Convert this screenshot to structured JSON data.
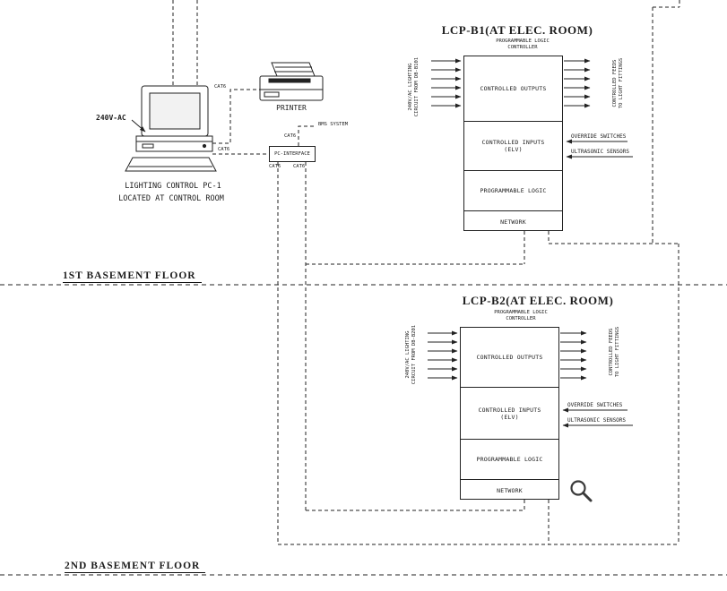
{
  "colors": {
    "ink": "#1c1c1c",
    "line": "#222222",
    "background": "#ffffff"
  },
  "floors": {
    "first": "1ST BASEMENT FLOOR",
    "second": "2ND BASEMENT FLOOR"
  },
  "workstation": {
    "power": "240V-AC",
    "caption1": "LIGHTING CONTROL PC-1",
    "caption2": "LOCATED AT CONTROL ROOM",
    "printer": "PRINTER",
    "cat6_printer": "CAT6",
    "cat6_pc": "CAT6"
  },
  "pc_interface": {
    "label": "PC-INTERFACE",
    "bms": "BMS SYSTEM",
    "cat6_top": "CAT6",
    "cat6_out1": "CAT6",
    "cat6_out2": "CAT6"
  },
  "lcp_b1": {
    "title": "LCP-B1(AT ELEC. ROOM)",
    "plc1": "PROGRAMMABLE LOGIC",
    "plc2": "CONTROLLER",
    "outputs": "CONTROLLED OUTPUTS",
    "inputs1": "CONTROLLED INPUTS",
    "inputs2": "(ELV)",
    "logic": "PROGRAMMABLE LOGIC",
    "network": "NETWORK",
    "in1": "240V/AC LIGHTING",
    "in2": "CIRCUIT FROM DB-B101",
    "out1": "CONTROLLED FEEDS",
    "out2": "TO LIGHT FITTINGS",
    "override": "OVERRIDE SWITCHES",
    "ultrasonic": "ULTRASONIC SENSORS"
  },
  "lcp_b2": {
    "title": "LCP-B2(AT ELEC. ROOM)",
    "plc1": "PROGRAMMABLE LOGIC",
    "plc2": "CONTROLLER",
    "outputs": "CONTROLLED OUTPUTS",
    "inputs1": "CONTROLLED INPUTS",
    "inputs2": "(ELV)",
    "logic": "PROGRAMMABLE LOGIC",
    "network": "NETWORK",
    "in1": "240V/AC LIGHTING",
    "in2": "CIRCUIT FROM DB-B201",
    "out1": "CONTROLLED FEEDS",
    "out2": "TO LIGHT FITTINGS",
    "override": "OVERRIDE SWITCHES",
    "ultrasonic": "ULTRASONIC SENSORS"
  },
  "icons": {
    "zoom_cursor": "magnifying-glass"
  }
}
